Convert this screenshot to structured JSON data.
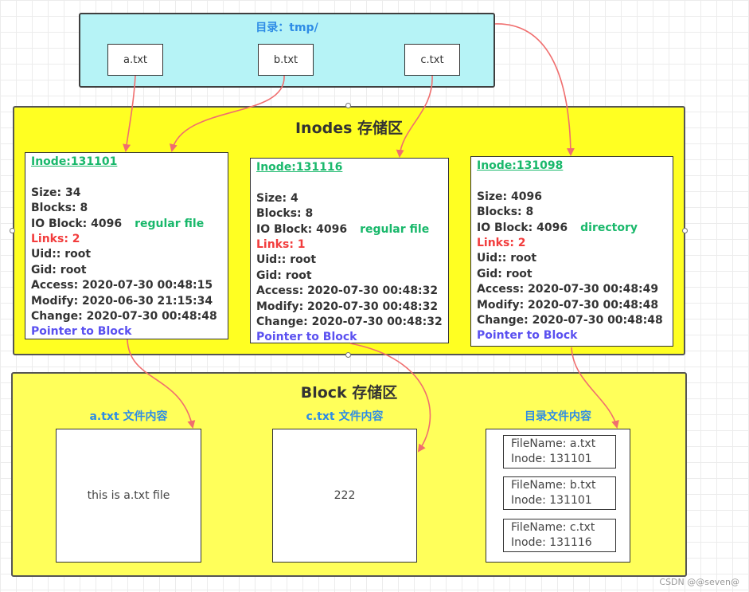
{
  "directory": {
    "title": "目录：tmp/",
    "files": [
      "a.txt",
      "b.txt",
      "c.txt"
    ]
  },
  "inode_store": {
    "title": "Inodes 存储区",
    "inodes": [
      {
        "id": "Inode:131101",
        "size": "Size: 34",
        "blocks": "Blocks: 8",
        "io_block": "IO Block: 4096",
        "type": "regular file",
        "links": "Links: 2",
        "uid": "Uid:: root",
        "gid": "Gid: root",
        "access": "Access: 2020-07-30 00:48:15",
        "modify": "Modify: 2020-06-30 21:15:34",
        "change": "Change: 2020-07-30 00:48:48",
        "pointer": "Pointer to Block"
      },
      {
        "id": "Inode:131116",
        "size": "Size: 4",
        "blocks": "Blocks: 8",
        "io_block": "IO Block: 4096",
        "type": "regular file",
        "links": "Links: 1",
        "uid": "Uid:: root",
        "gid": "Gid: root",
        "access": "Access: 2020-07-30 00:48:32",
        "modify": "Modify: 2020-07-30 00:48:32",
        "change": "Change: 2020-07-30 00:48:32",
        "pointer": "Pointer to Block"
      },
      {
        "id": "Inode:131098",
        "size": "Size: 4096",
        "blocks": "Blocks: 8",
        "io_block": "IO Block: 4096",
        "type": "directory",
        "links": "Links: 2",
        "uid": "Uid:: root",
        "gid": "Gid: root",
        "access": "Access: 2020-07-30 00:48:49",
        "modify": "Modify: 2020-07-30 00:48:48",
        "change": "Change: 2020-07-30 00:48:48",
        "pointer": "Pointer to Block"
      }
    ]
  },
  "block_store": {
    "title": "Block 存储区",
    "blocks": [
      {
        "label": "a.txt 文件内容",
        "content": "this is a.txt file"
      },
      {
        "label": "c.txt 文件内容",
        "content": "222"
      },
      {
        "label": "目录文件内容"
      }
    ],
    "dir_entries": [
      {
        "filename": "FileName: a.txt",
        "inode": "Inode: 131101"
      },
      {
        "filename": "FileName: b.txt",
        "inode": "Inode: 131101"
      },
      {
        "filename": "FileName: c.txt",
        "inode": "Inode: 131116"
      }
    ]
  },
  "watermark": "CSDN @@seven@",
  "colors": {
    "arrow": "#f06e6e",
    "directory_fill": "#b6f3f6",
    "inode_store_fill": "#ffff22",
    "block_store_fill": "#ffff5a",
    "inode_id": "#19b86b",
    "links": "#f23c3c",
    "pointer": "#5a50f0",
    "label_blue": "#2e8ce6"
  }
}
